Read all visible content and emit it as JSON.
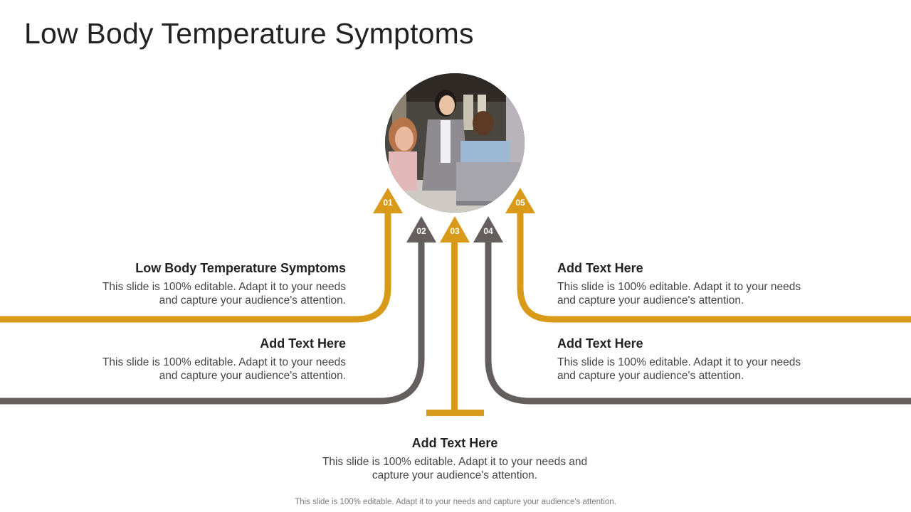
{
  "title": "Low Body Temperature Symptoms",
  "colors": {
    "gold": "#D99A1A",
    "gray": "#645E5E"
  },
  "markers": {
    "m1": "01",
    "m2": "02",
    "m3": "03",
    "m4": "04",
    "m5": "05"
  },
  "items": {
    "i1": {
      "heading": "Low Body Temperature Symptoms",
      "line1": "This slide is 100% editable. Adapt it to your needs",
      "line2": "and capture your audience's attention."
    },
    "i2": {
      "heading": "Add Text Here",
      "line1": "This slide is 100% editable. Adapt it to your needs",
      "line2": "and capture your audience's attention."
    },
    "i3": {
      "heading": "Add Text Here",
      "line1": "This slide is 100% editable. Adapt it to your needs and",
      "line2": "capture your audience's attention."
    },
    "i4": {
      "heading": "Add Text Here",
      "line1": "This slide is 100% editable. Adapt it to your needs",
      "line2": "and capture your audience's attention."
    },
    "i5": {
      "heading": "Add Text Here",
      "line1": "This slide is 100% editable. Adapt it to your needs",
      "line2": "and capture your audience's attention."
    }
  },
  "footer": "This slide is 100% editable. Adapt it to your needs and capture your audience's attention."
}
